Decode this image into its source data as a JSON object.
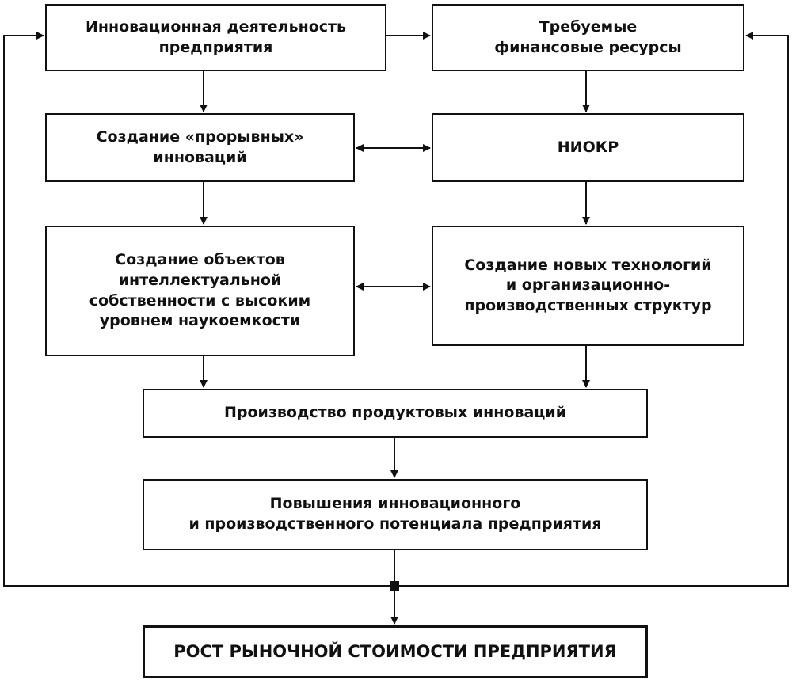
{
  "boxes": {
    "innovation_activity": "Инновационная деятельность\nпредприятия",
    "financial_resources": "Требуемые\nфинансовые ресурсы",
    "breakthrough": "Создание «прорывных»\nинноваций",
    "rnd": "НИОКР",
    "ip_objects": "Создание объектов\nинтеллектуальной\nсобственности с высоким\nуровнем наукоемкости",
    "new_tech": "Создание новых технологий\nи организационно-\nпроизводственных структур",
    "production": "Производство продуктовых инноваций",
    "potential": "Повышения инновационного\nи производственного потенциала предприятия",
    "market_value": "РОСТ РЫНОЧНОЙ СТОИМОСТИ ПРЕДПРИЯТИЯ"
  }
}
